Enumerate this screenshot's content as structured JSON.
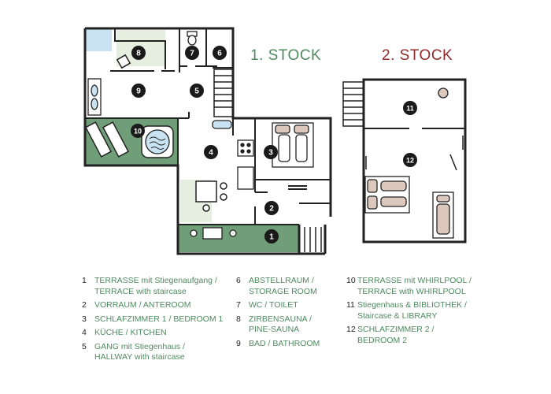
{
  "floors": {
    "first": {
      "title": "1. STOCK"
    },
    "second": {
      "title": "2. STOCK"
    }
  },
  "colors": {
    "wall": "#222222",
    "terrace": "#6f9e78",
    "floor_accent": "#e6eee0",
    "bed": "#dcc8bc",
    "water": "#c9e3f2",
    "marker": "#1a1a1a",
    "label_green": "#4f8a5f",
    "title_red": "#8e2a2a"
  },
  "markers": [
    "1",
    "2",
    "3",
    "4",
    "5",
    "6",
    "7",
    "8",
    "9",
    "10",
    "11",
    "12"
  ],
  "legend": [
    {
      "num": "1",
      "line1": "TERRASSE mit Stiegenaufgang /",
      "line2": "TERRACE with staircase"
    },
    {
      "num": "2",
      "line1": "VORRAUM / ANTEROOM",
      "line2": ""
    },
    {
      "num": "3",
      "line1": "SCHLAFZIMMER 1 / BEDROOM 1",
      "line2": ""
    },
    {
      "num": "4",
      "line1": " KÜCHE / KITCHEN",
      "line2": ""
    },
    {
      "num": "5",
      "line1": "GANG mit Stiegenhaus /",
      "line2": "HALLWAY with staircase"
    },
    {
      "num": "6",
      "line1": "ABSTELLRAUM /",
      "line2": "STORAGE ROOM"
    },
    {
      "num": "7",
      "line1": "WC / TOILET",
      "line2": ""
    },
    {
      "num": "8",
      "line1": "ZIRBENSAUNA /",
      "line2": "PINE-SAUNA"
    },
    {
      "num": "9",
      "line1": "BAD / BATHROOM",
      "line2": ""
    },
    {
      "num": "10",
      "line1": "TERRASSE mit WHIRLPOOL /",
      "line2": "TERRACE with WHIRLPOOL"
    },
    {
      "num": "11",
      "line1": "Stiegenhaus & BIBLIOTHEK /",
      "line2": "Staircase & LIBRARY"
    },
    {
      "num": "12",
      "line1": "SCHLAFZIMMER 2 /",
      "line2": "BEDROOM 2"
    }
  ]
}
